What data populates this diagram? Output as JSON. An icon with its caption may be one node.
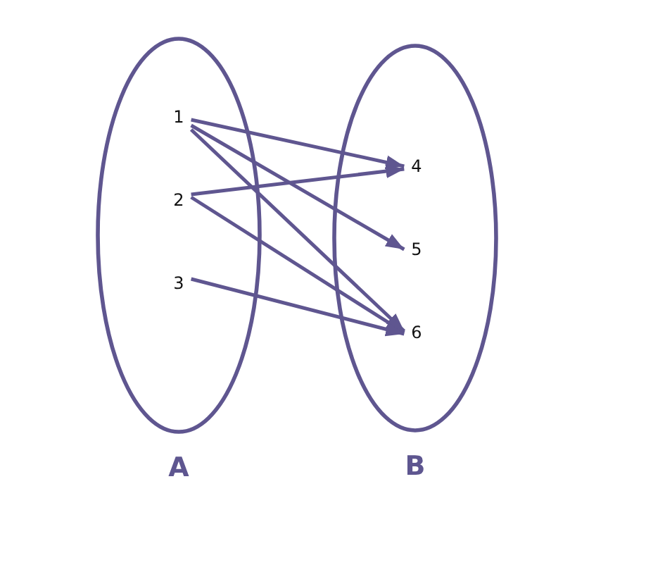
{
  "diagram": {
    "nodes": [
      {
        "text": [
          "A"
        ]
      },
      {
        "text": [
          "B"
        ]
      },
      {
        "text": [
          "1"
        ],
        "in": 0
      },
      {
        "text": [
          "2"
        ],
        "in": 0
      },
      {
        "text": [
          "3"
        ],
        "in": 0
      },
      {
        "text": [
          "4"
        ],
        "in": 1
      },
      {
        "text": [
          "5"
        ],
        "in": 1
      },
      {
        "text": [
          "6"
        ],
        "in": 1
      }
    ],
    "edges": [
      {
        "from": 2,
        "to": 5,
        "arrow": "to"
      },
      {
        "from": 2,
        "to": 6,
        "arrow": "to"
      },
      {
        "from": 2,
        "to": 7,
        "arrow": "to"
      },
      {
        "from": 3,
        "to": 5,
        "arrow": "to"
      },
      {
        "from": 3,
        "to": 7,
        "arrow": "to"
      },
      {
        "from": 4,
        "to": 7,
        "arrow": "to"
      }
    ]
  }
}
